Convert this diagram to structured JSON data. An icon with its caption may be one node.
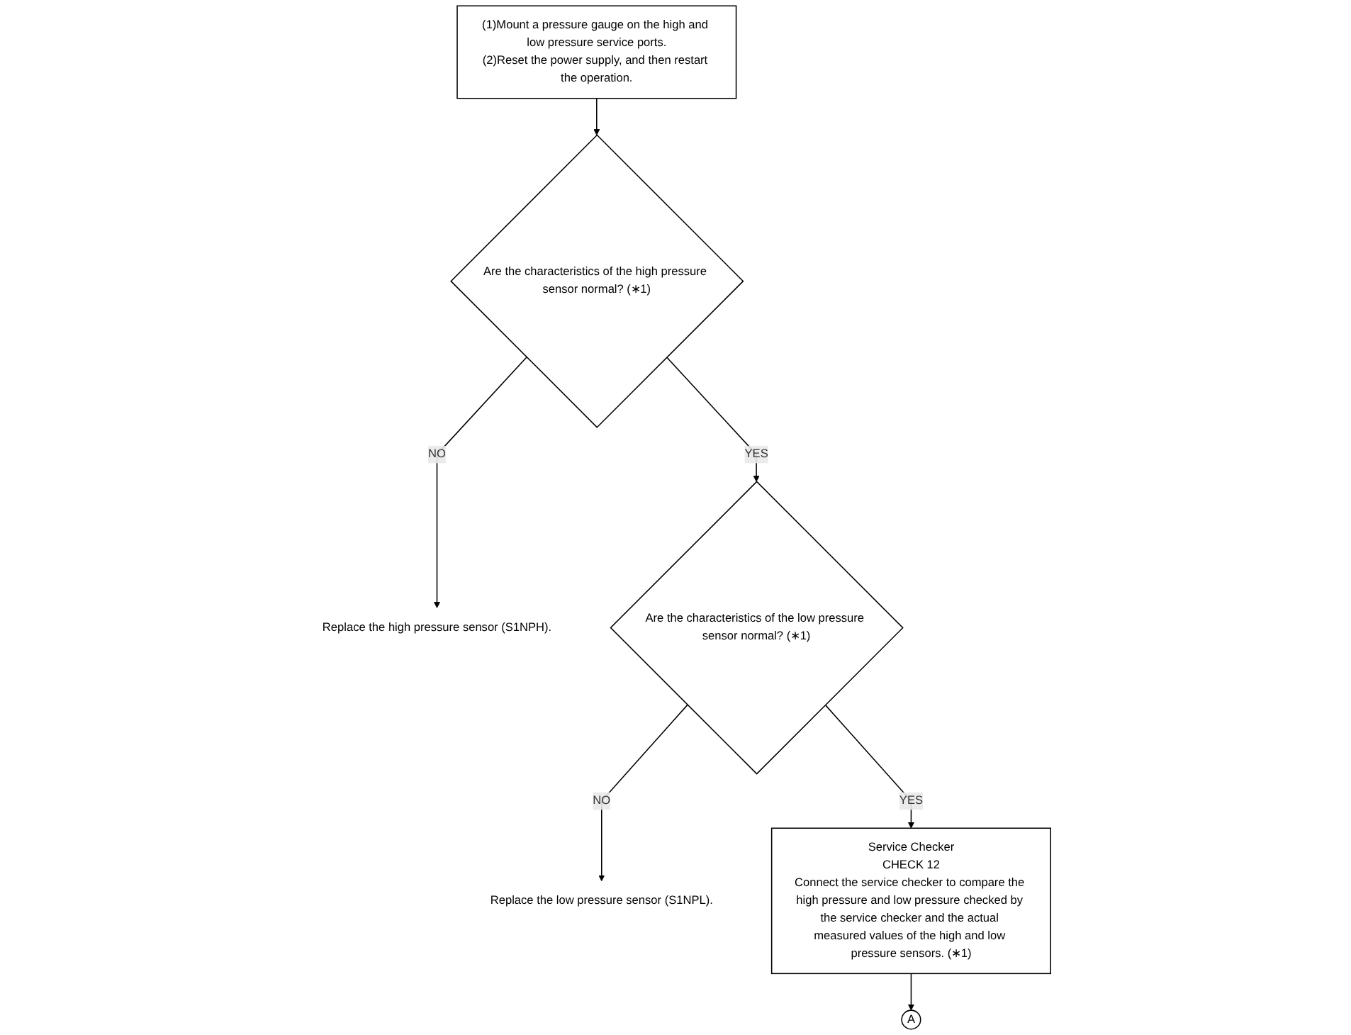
{
  "diagram": {
    "nodes": [
      {
        "text": [
          "(1)Mount a pressure gauge on the high and low pressure service ports.",
          "(2)Reset the power supply, and then restart the operation."
        ]
      },
      {
        "text": [
          "Are the characteristics of the high pressure sensor normal? (∗1)"
        ]
      },
      {
        "text": [
          "Replace the high pressure sensor (S1NPH)."
        ]
      },
      {
        "text": [
          "Are the characteristics of the low pressure sensor normal? (∗1)"
        ]
      },
      {
        "text": [
          "Replace the low pressure sensor (S1NPL)."
        ]
      },
      {
        "text": [
          "Service Checker",
          "CHECK 12",
          "Connect the service checker to compare the high pressure and low pressure checked by the service checker and the actual measured values of the high and low pressure sensors. (∗1)"
        ]
      },
      {
        "text": [
          "A"
        ]
      }
    ],
    "edges": [
      {
        "from": 0,
        "to": 1,
        "arrow": "to"
      },
      {
        "from": 1,
        "to": 2,
        "arrow": "to",
        "label": "NO"
      },
      {
        "from": 1,
        "to": 3,
        "arrow": "to",
        "label": "YES"
      },
      {
        "from": 3,
        "to": 4,
        "arrow": "to",
        "label": "NO"
      },
      {
        "from": 3,
        "to": 5,
        "arrow": "to",
        "label": "YES"
      },
      {
        "from": 5,
        "to": 6,
        "arrow": "to"
      }
    ]
  }
}
